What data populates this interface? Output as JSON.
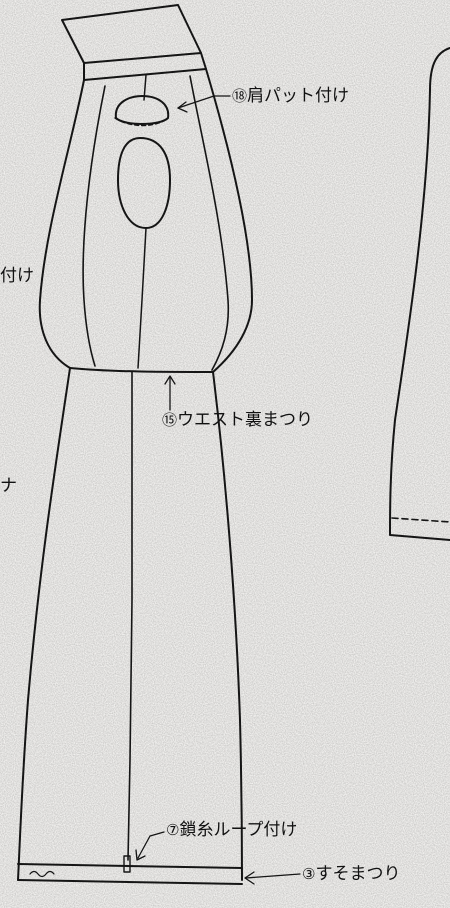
{
  "labels": {
    "shoulder_pad": {
      "num": "⑱",
      "text": "肩パット付け"
    },
    "waist_lining": {
      "num": "⑮",
      "text": "ウエスト裏まつり"
    },
    "chain_loop": {
      "num": "⑦",
      "text": "鎖糸ループ付け"
    },
    "hem": {
      "num": "③",
      "text": "すそまつり"
    },
    "left_edge_1": "付け",
    "left_edge_2": "ナ"
  },
  "colors": {
    "paper": "#f4f3f1",
    "ink": "#151515"
  }
}
